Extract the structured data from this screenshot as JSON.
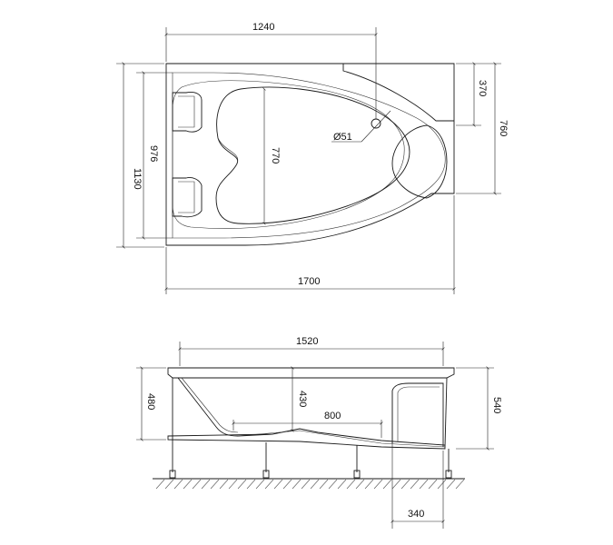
{
  "top_view": {
    "dimensions": {
      "width_top": "1240",
      "length": "1700",
      "height_total": "1130",
      "height_inner": "976",
      "inner_basin": "770",
      "right_height": "760",
      "right_step": "370",
      "drain": "Ø51"
    }
  },
  "side_view": {
    "dimensions": {
      "length": "1520",
      "height_left": "480",
      "depth": "430",
      "bottom_length": "800",
      "height_right": "540",
      "seat": "340"
    }
  }
}
